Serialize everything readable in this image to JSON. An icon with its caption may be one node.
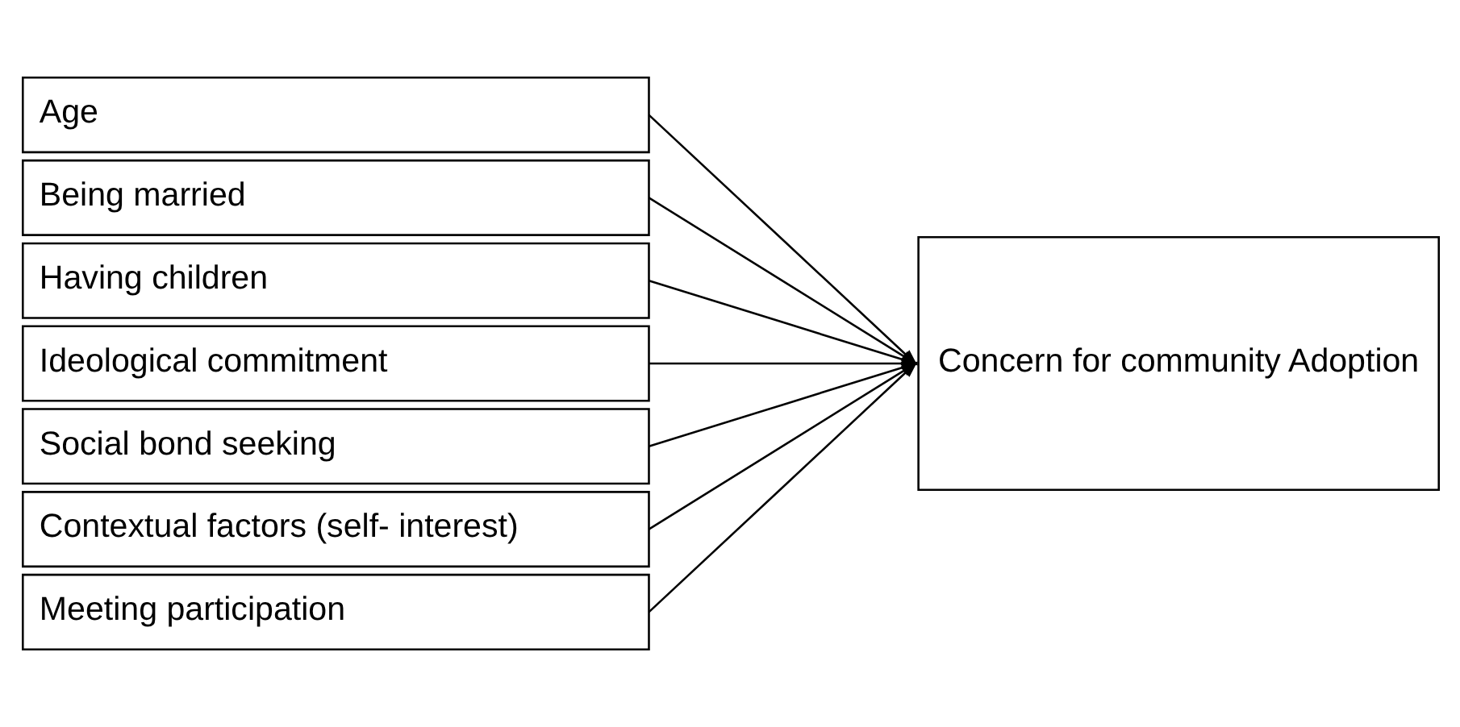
{
  "diagram": {
    "nodes": [
      {
        "text": [
          "Age"
        ]
      },
      {
        "text": [
          "Being married"
        ]
      },
      {
        "text": [
          "Having children"
        ]
      },
      {
        "text": [
          "Ideological commitment"
        ]
      },
      {
        "text": [
          "Social bond seeking"
        ]
      },
      {
        "text": [
          "Contextual factors (self- interest)"
        ]
      },
      {
        "text": [
          "Meeting participation"
        ]
      },
      {
        "text": [
          "Concern for community Adoption"
        ]
      }
    ],
    "edges": [
      {
        "from": 0,
        "to": 7,
        "arrow": "to"
      },
      {
        "from": 1,
        "to": 7,
        "arrow": "to"
      },
      {
        "from": 2,
        "to": 7,
        "arrow": "to"
      },
      {
        "from": 3,
        "to": 7,
        "arrow": "to"
      },
      {
        "from": 4,
        "to": 7,
        "arrow": "to"
      },
      {
        "from": 5,
        "to": 7,
        "arrow": "to"
      },
      {
        "from": 6,
        "to": 7,
        "arrow": "to"
      }
    ]
  }
}
